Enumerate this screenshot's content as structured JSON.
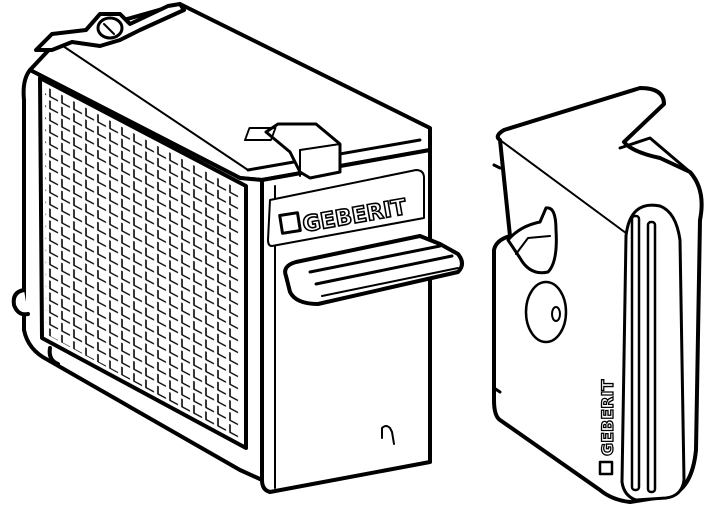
{
  "figure": {
    "type": "technical line illustration",
    "subjects": [
      {
        "name": "box-with-grille",
        "description": "Large rectangular housing with square grid mesh front and handle tab"
      },
      {
        "name": "cover-cap",
        "description": "Small angled cover cap with circular opening and ribbed front edge"
      }
    ]
  },
  "labels": {
    "brand_main": "GEBERIT",
    "brand_cap": "GEBERIT"
  },
  "colors": {
    "line": "#000000",
    "fill": "#ffffff"
  }
}
